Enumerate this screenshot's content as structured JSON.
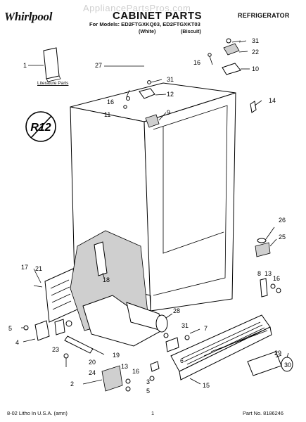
{
  "header": {
    "brand": "Whirlpool",
    "watermark": "AppliancePartsPros.com",
    "title": "CABINET PARTS",
    "category": "REFRIGERATOR",
    "models_line": "For Models: ED2FTGXKQ03, ED2FTGXKT03",
    "variant_white": "(White)",
    "variant_biscuit": "(Biscuit)"
  },
  "literature_label": "Literature Parts",
  "r12_badge": "R12",
  "callouts": [
    {
      "id": "c1",
      "text": "1"
    },
    {
      "id": "c27",
      "text": "27"
    },
    {
      "id": "c31a",
      "text": "31"
    },
    {
      "id": "c16a",
      "text": "16"
    },
    {
      "id": "c12",
      "text": "12"
    },
    {
      "id": "c11",
      "text": "11"
    },
    {
      "id": "c9",
      "text": "9"
    },
    {
      "id": "c31b",
      "text": "31"
    },
    {
      "id": "c22",
      "text": "22"
    },
    {
      "id": "c16b",
      "text": "16"
    },
    {
      "id": "c10",
      "text": "10"
    },
    {
      "id": "c14",
      "text": "14"
    },
    {
      "id": "c26",
      "text": "26"
    },
    {
      "id": "c25",
      "text": "25"
    },
    {
      "id": "c8",
      "text": "8"
    },
    {
      "id": "c13a",
      "text": "13"
    },
    {
      "id": "c16c",
      "text": "16"
    },
    {
      "id": "c17",
      "text": "17"
    },
    {
      "id": "c21",
      "text": "21"
    },
    {
      "id": "c18",
      "text": "18"
    },
    {
      "id": "c28",
      "text": "28"
    },
    {
      "id": "c5",
      "text": "5"
    },
    {
      "id": "c4",
      "text": "4"
    },
    {
      "id": "c23",
      "text": "23"
    },
    {
      "id": "c31c",
      "text": "31"
    },
    {
      "id": "c7",
      "text": "7"
    },
    {
      "id": "c19",
      "text": "19"
    },
    {
      "id": "c20",
      "text": "20"
    },
    {
      "id": "c24",
      "text": "24"
    },
    {
      "id": "c6",
      "text": "6"
    },
    {
      "id": "c13b",
      "text": "13"
    },
    {
      "id": "c16d",
      "text": "16"
    },
    {
      "id": "c2",
      "text": "2"
    },
    {
      "id": "c3",
      "text": "3"
    },
    {
      "id": "c5b",
      "text": "5"
    },
    {
      "id": "c29",
      "text": "29"
    },
    {
      "id": "c30",
      "text": "30"
    },
    {
      "id": "c15",
      "text": "15"
    }
  ],
  "footer": {
    "left": "8-02 Litho In U.S.A. (amn)",
    "page": "1",
    "part_no": "Part No. 8186246"
  }
}
